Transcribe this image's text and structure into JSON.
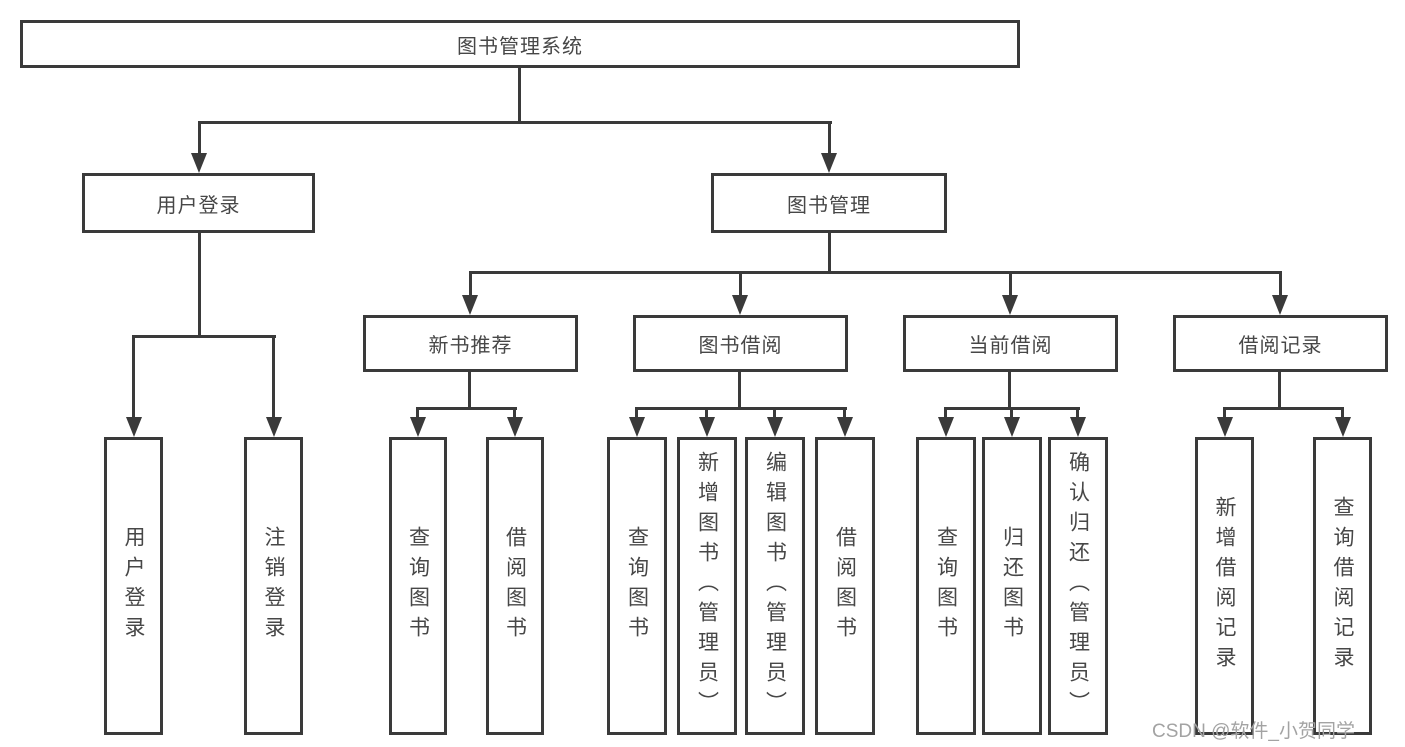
{
  "diagram": {
    "nodes": {
      "root": "图书管理系统",
      "user_login": "用户登录",
      "book_management": "图书管理",
      "new_book_recommend": "新书推荐",
      "book_borrow": "图书借阅",
      "current_borrow": "当前借阅",
      "borrow_record": "借阅记录",
      "leaf_user_login": "用户登录",
      "leaf_logout": "注销登录",
      "leaf_nb_query_book": "查询图书",
      "leaf_nb_borrow_book": "借阅图书",
      "leaf_bb_query_book": "查询图书",
      "leaf_bb_add_book": "新增图书（管理员）",
      "leaf_bb_edit_book": "编辑图书（管理员）",
      "leaf_bb_borrow_book": "借阅图书",
      "leaf_cb_query_book": "查询图书",
      "leaf_cb_return_book": "归还图书",
      "leaf_cb_confirm_return": "确认归还（管理员）",
      "leaf_br_add_record": "新增借阅记录",
      "leaf_br_query_record": "查询借阅记录"
    },
    "watermark": "CSDN @软件_小贺同学",
    "colors": {
      "line": "#3a3a3a",
      "box_border": "#3a3a3a",
      "text": "#474747",
      "watermark": "#a3a3a3",
      "background": "#ffffff"
    }
  }
}
